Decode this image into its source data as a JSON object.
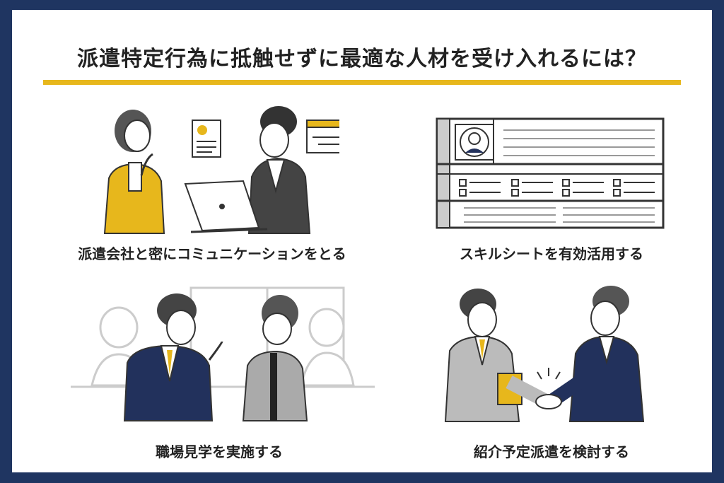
{
  "title": "派遣特定行為に抵触せずに最適な人材を受け入れるには？",
  "colors": {
    "frame": "#1f3561",
    "accent": "#e7b71c",
    "navy": "#22315c",
    "gray": "#9a9a9a",
    "dark": "#333333"
  },
  "items": [
    {
      "caption": "派遣会社と密にコミュニケーションをとる",
      "icon": "business-meeting-icon"
    },
    {
      "caption": "スキルシートを有効活用する",
      "icon": "skill-sheet-icon"
    },
    {
      "caption": "職場見学を実施する",
      "icon": "workplace-visit-icon"
    },
    {
      "caption": "紹介予定派遣を検討する",
      "icon": "handshake-icon"
    }
  ]
}
